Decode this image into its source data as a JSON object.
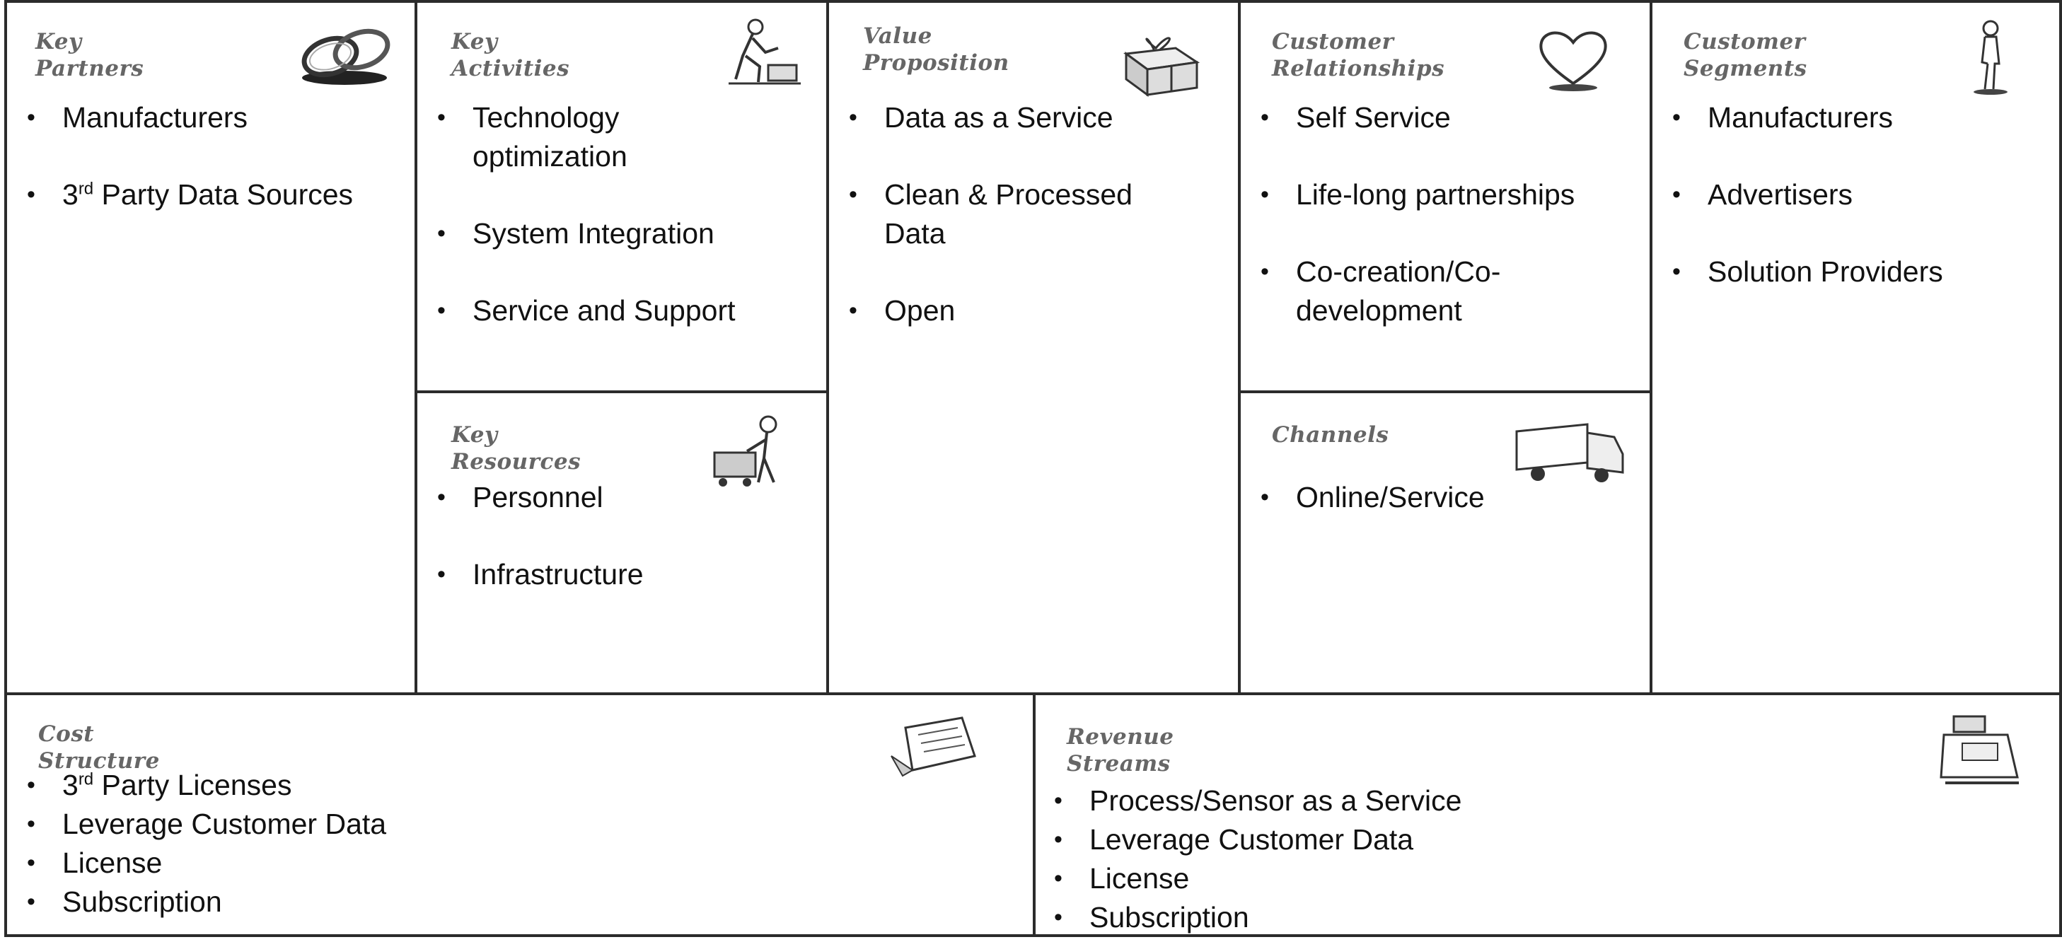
{
  "canvas": {
    "key_partners": {
      "title": "Key\nPartners",
      "icon": "linked-rings-icon",
      "items": [
        {
          "pre": "",
          "sup": "",
          "text": "Manufacturers"
        },
        {
          "pre": "3",
          "sup": "rd",
          "text": " Party Data Sources"
        }
      ]
    },
    "key_activities": {
      "title": "Key\nActivities",
      "icon": "worker-icon",
      "items": [
        "Technology optimization",
        "System Integration",
        "Service and Support"
      ]
    },
    "key_resources": {
      "title": "Key\nResources",
      "icon": "person-with-cart-icon",
      "items": [
        "Personnel",
        "Infrastructure"
      ]
    },
    "value_proposition": {
      "title": "Value\nProposition",
      "icon": "gift-box-icon",
      "items": [
        "Data as a Service",
        "Clean & Processed Data",
        "Open"
      ]
    },
    "customer_relationships": {
      "title": "Customer\nRelationships",
      "icon": "heart-icon",
      "items": [
        "Self Service",
        "Life-long partnerships",
        "Co-creation/Co-development"
      ]
    },
    "channels": {
      "title": "Channels",
      "icon": "delivery-truck-icon",
      "items": [
        "Online/Service"
      ]
    },
    "customer_segments": {
      "title": "Customer\nSegments",
      "icon": "standing-person-icon",
      "items": [
        "Manufacturers",
        "Advertisers",
        "Solution Providers"
      ]
    },
    "cost_structure": {
      "title": "Cost\nStructure",
      "icon": "receipt-icon",
      "items": [
        {
          "pre": "3",
          "sup": "rd",
          "text": " Party Licenses"
        },
        {
          "pre": "",
          "sup": "",
          "text": "Leverage Customer Data"
        },
        {
          "pre": "",
          "sup": "",
          "text": "License"
        },
        {
          "pre": "",
          "sup": "",
          "text": "Subscription"
        }
      ]
    },
    "revenue_streams": {
      "title": "Revenue\nStreams",
      "icon": "cash-register-icon",
      "items": [
        "Process/Sensor as a Service",
        "Leverage Customer Data",
        "License",
        "Subscription"
      ]
    }
  }
}
